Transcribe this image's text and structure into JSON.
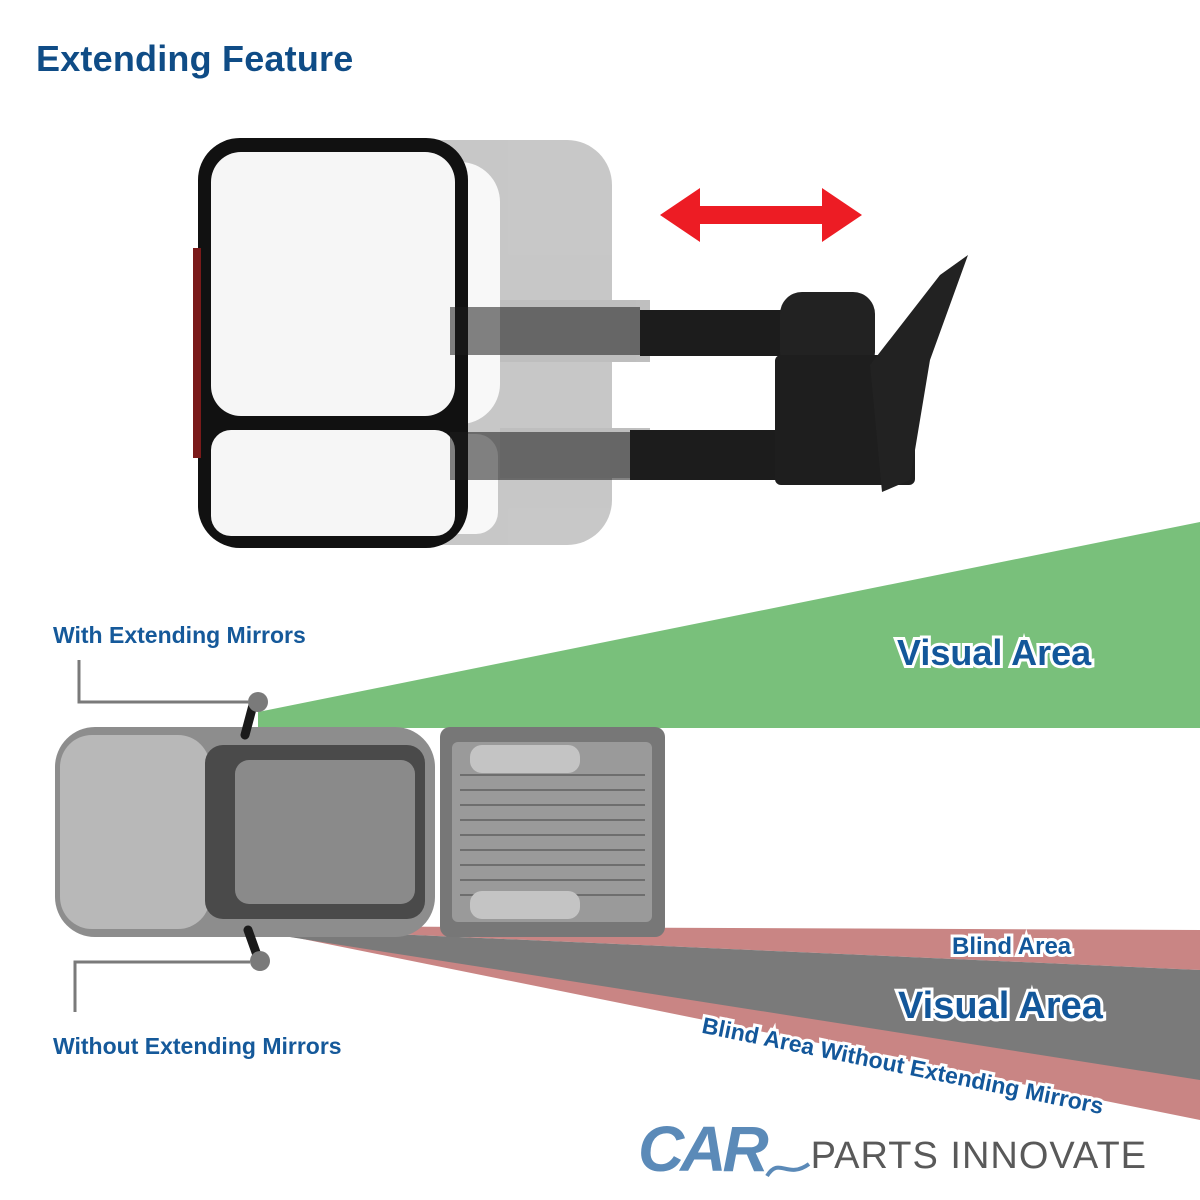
{
  "header": {
    "title": "Extending Feature"
  },
  "mirror_illustration": {
    "arrow_icon": "double-headed-arrow",
    "arrow_color": "#ed1c24",
    "states": [
      "retracted",
      "extended"
    ]
  },
  "diagram": {
    "labels": {
      "with_mirrors": "With Extending Mirrors",
      "without_mirrors": "Without Extending Mirrors"
    },
    "zones": {
      "extended_visual": "Visual Area",
      "blind_top": "Blind Area",
      "standard_visual": "Visual Area",
      "blind_bottom": "Blind Area Without Extending Mirrors"
    },
    "colors": {
      "visual_green": "#79c07b",
      "visual_gray": "#7a7a7a",
      "blind_red": "#c98584",
      "label_blue": "#13579a",
      "leader_line": "#7a7a7a"
    }
  },
  "brand": {
    "logo_car": "CAR",
    "logo_rest": "PARTS INNOVATE",
    "logo_color": "#5b8ab8"
  }
}
